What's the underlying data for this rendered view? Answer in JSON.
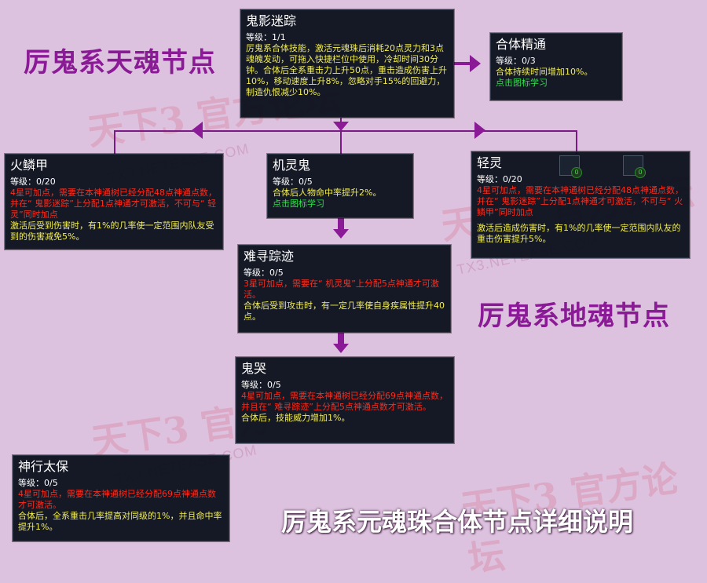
{
  "watermark": {
    "logo_text": "天下3 官方论坛",
    "url": "TX3.NETEASE.COM"
  },
  "labels": {
    "tianhun": "厉鬼系天魂节点",
    "dihun": "厉鬼系地魂节点",
    "caption": "厉鬼系元魂珠合体节点详细说明"
  },
  "nodes": {
    "guiying": {
      "title": "鬼影迷踪",
      "level": "等级：1/1",
      "desc": "厉鬼系合体技能，激活元魂珠后消耗20点灵力和3点魂魄发动，可拖入快捷栏位中使用，冷却时间30分钟。合体后全系重击力上升50点，重击造成伤害上升10%，移动速度上升8%，忽略对手15%的回避力，制造仇恨减少10%。"
    },
    "heti": {
      "title": "合体精通",
      "level": "等级：0/3",
      "desc": "合体持续时间增加10%。",
      "action": "点击图标学习"
    },
    "huolinjia": {
      "title": "火鳞甲",
      "level": "等级：0/20",
      "req": "4星可加点，需要在本神通树已经分配48点神通点数，并在“ 鬼影迷踪”上分配1点神通才可激活，不可与“ 轻灵”同时加点",
      "desc": "激活后受到伤害时，有1%的几率使一定范围内队友受到的伤害减免5%。"
    },
    "jilinggui": {
      "title": "机灵鬼",
      "level": "等级：0/5",
      "desc": "合体后人物命中率提升2%。",
      "action": "点击图标学习"
    },
    "qingling": {
      "title": "轻灵",
      "level": "等级：0/20",
      "req": "4星可加点，需要在本神通树已经分配48点神通点数，并在“ 鬼影迷踪”上分配1点神通才可激活，不可与“ 火鳞甲”同时加点",
      "desc": "激活后造成伤害时，有1%的几率使一定范围内队友的重击伤害提升5%。",
      "badge": "0"
    },
    "nanxun": {
      "title": "难寻踪迹",
      "level": "等级：0/5",
      "req": "3星可加点，需要在“ 机灵鬼”上分配5点神通才可激活。",
      "desc": "合体后受到攻击时，有一定几率使自身疾属性提升40点。"
    },
    "guiku": {
      "title": "鬼哭",
      "level": "等级：0/5",
      "req": "4星可加点，需要在本神通树已经分配69点神通点数，并且在“ 难寻踪迹”上分配5点神通点数才可激活。",
      "desc": "合体后，技能威力增加1%。"
    },
    "shenxing": {
      "title": "神行太保",
      "level": "等级：0/5",
      "req": "4星可加点，需要在本神通树已经分配69点神通点数才可激活。",
      "desc": "合体后，全系重击几率提高对同级的1%，并且命中率提升1%。"
    }
  },
  "colors": {
    "label_purple": "#8a1a95",
    "background": "#ddc2df",
    "tooltip_bg": "#080e1a",
    "red_text": "#ff2a1a",
    "yellow_text": "#f2ee50",
    "green_text": "#2fe04a"
  }
}
